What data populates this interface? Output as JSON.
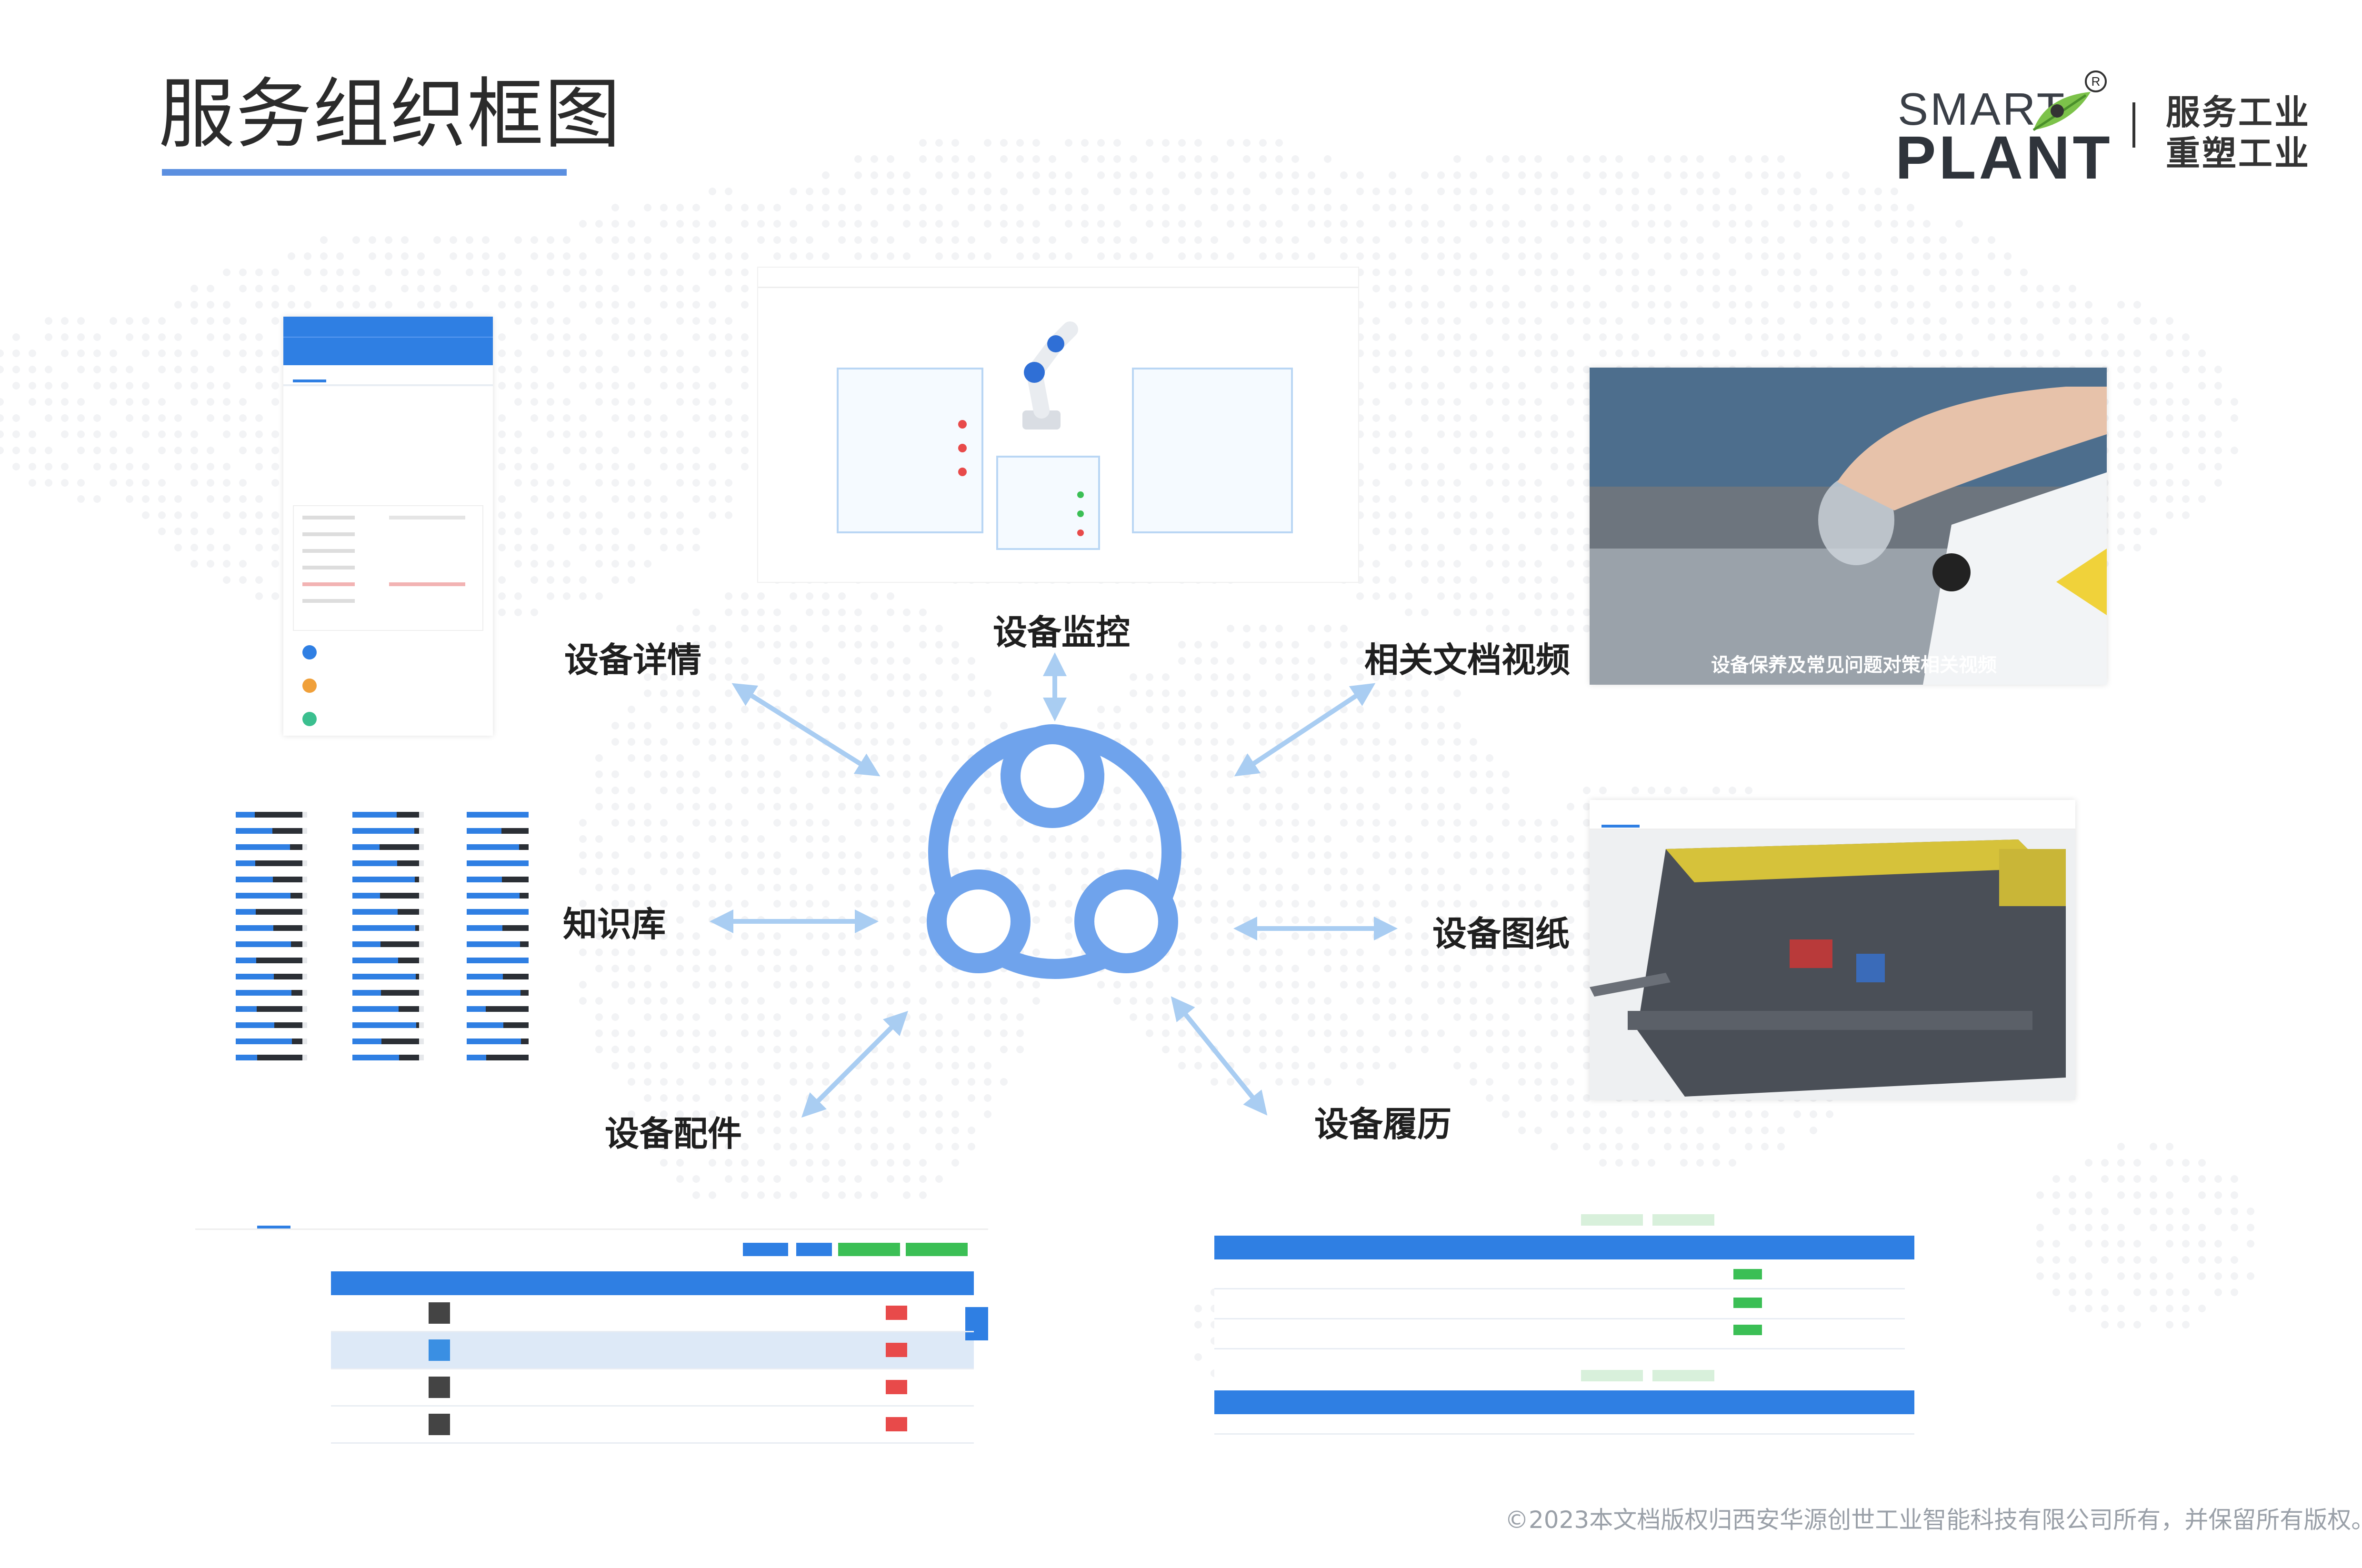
{
  "title": "服务组织框图",
  "logo": {
    "smart": "SMART",
    "plant": "PLANT",
    "registered": "R",
    "slogan_line1": "服务工业",
    "slogan_line2": "重塑工业"
  },
  "hub": {
    "labels": [
      "设备详情",
      "设备监控",
      "相关文档视频",
      "知识库",
      "设备图纸",
      "设备配件",
      "设备履历"
    ]
  },
  "video_caption": "设备保养及常见问题对策相关视频",
  "footer": "©2023本文档版权归西安华源创世工业智能科技有限公司所有，并保留所有版权。",
  "colors": {
    "accent": "#5b8fe0",
    "hub": "#6fa3ec",
    "arrow": "#a9cdf2",
    "table_header": "#2f7fe3",
    "status_red": "#e84a4a",
    "status_green": "#3bbf55"
  },
  "icons": [
    "hub-network-icon",
    "leaf-icon",
    "robot-arm-icon"
  ]
}
